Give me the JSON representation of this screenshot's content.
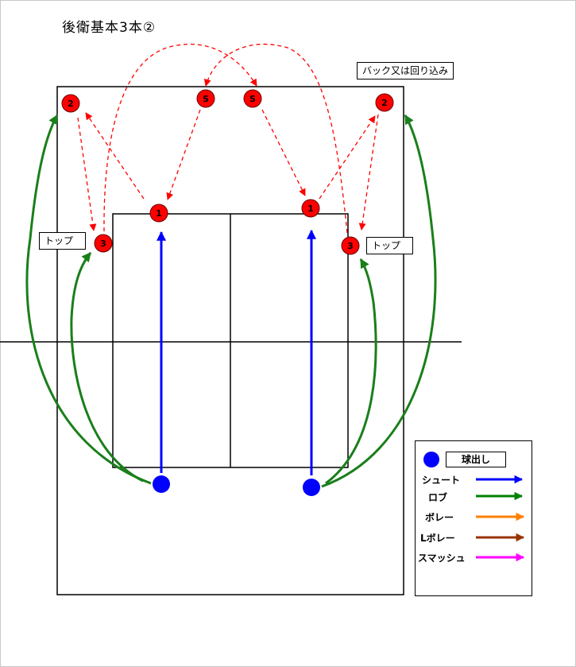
{
  "title": "後衛基本3本②",
  "labels": {
    "back_or_around": "バック又は回り込み",
    "top_left": "トップ",
    "top_right": "トップ"
  },
  "markers": {
    "s": "S",
    "one": "1",
    "two": "2",
    "three": "3"
  },
  "legend": {
    "title": "球出し",
    "items": [
      {
        "label": "シュート",
        "color": "#0000ff"
      },
      {
        "label": "ロブ",
        "color": "#008000"
      },
      {
        "label": "ボレー",
        "color": "#ff7f00"
      },
      {
        "label": "Lボレー",
        "color": "#993300"
      },
      {
        "label": "スマッシュ",
        "color": "#ff00ff"
      }
    ]
  },
  "colors": {
    "shot": "#0000ff",
    "lob": "#1a7f1a",
    "movement": "#ff0000",
    "player": "#ff0000",
    "feeder": "#0000ff"
  }
}
